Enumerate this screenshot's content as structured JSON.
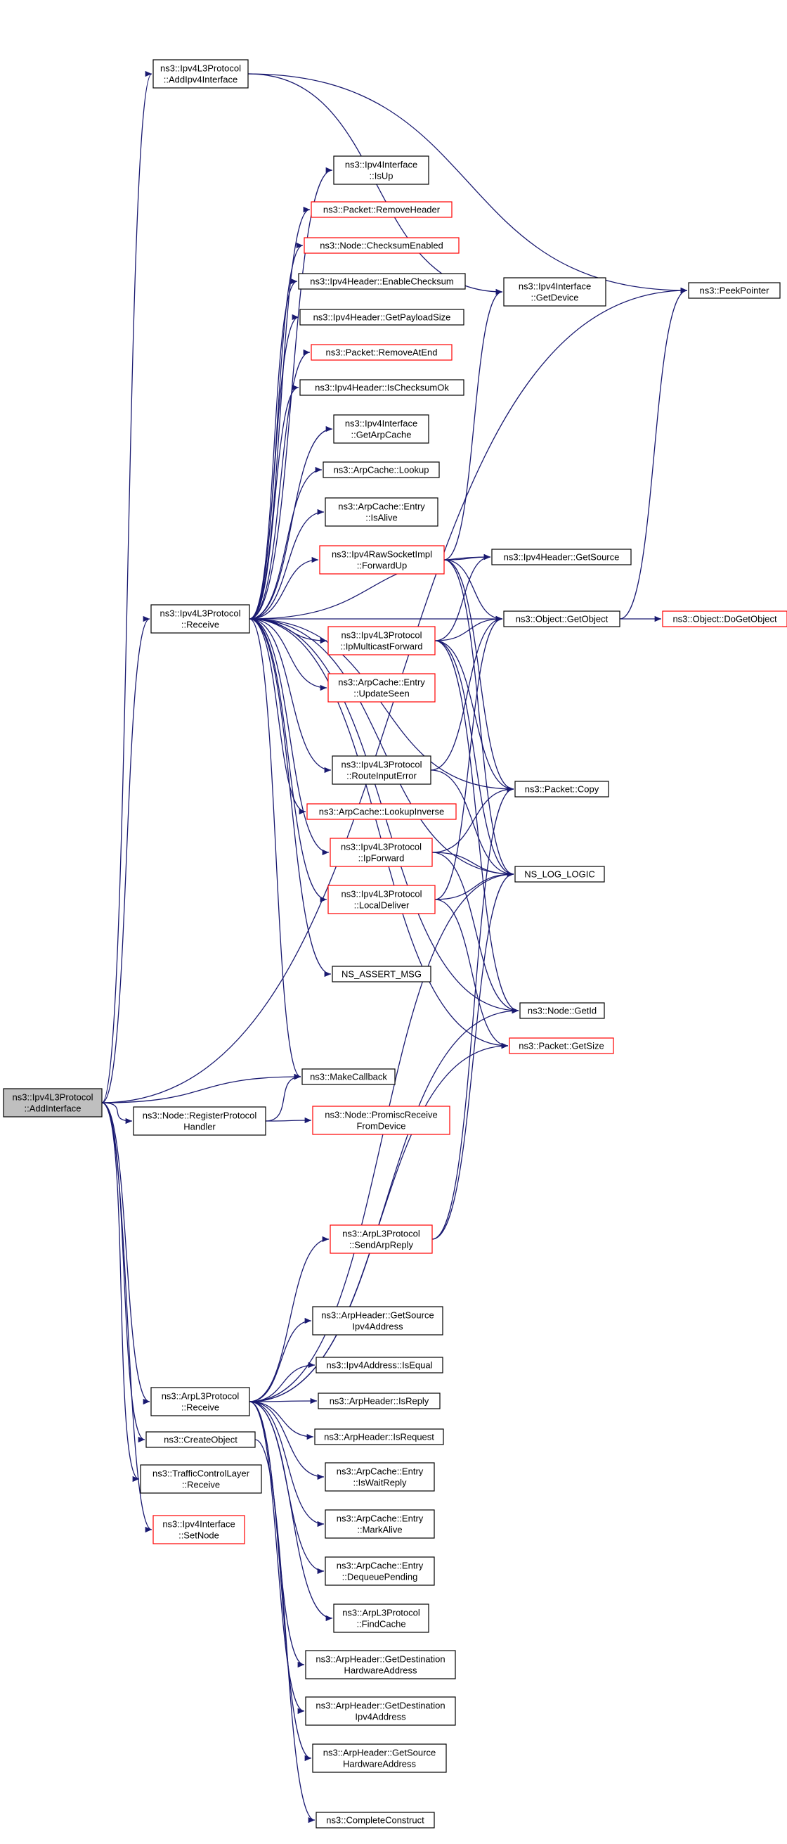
{
  "colors": {
    "edge": "#191970",
    "node_border": "#000000",
    "node_border_partial": "#ff0000",
    "current_fill": "#bfbfbf",
    "background": "#ffffff"
  },
  "nodes": [
    {
      "id": "root",
      "lines": [
        "ns3::Ipv4L3Protocol",
        "::AddInterface"
      ],
      "style": "current"
    },
    {
      "id": "addipv4",
      "lines": [
        "ns3::Ipv4L3Protocol",
        "::AddIpv4Interface"
      ],
      "style": "black"
    },
    {
      "id": "l3recv",
      "lines": [
        "ns3::Ipv4L3Protocol",
        "::Receive"
      ],
      "style": "black"
    },
    {
      "id": "makecb",
      "lines": [
        "ns3::MakeCallback"
      ],
      "style": "black"
    },
    {
      "id": "regproto",
      "lines": [
        "ns3::Node::RegisterProtocol",
        "Handler"
      ],
      "style": "black"
    },
    {
      "id": "arprecv",
      "lines": [
        "ns3::ArpL3Protocol",
        "::Receive"
      ],
      "style": "black"
    },
    {
      "id": "createobj",
      "lines": [
        "ns3::CreateObject"
      ],
      "style": "black"
    },
    {
      "id": "tcl",
      "lines": [
        "ns3::TrafficControlLayer",
        "::Receive"
      ],
      "style": "black"
    },
    {
      "id": "setnode",
      "lines": [
        "ns3::Ipv4Interface",
        "::SetNode"
      ],
      "style": "red"
    },
    {
      "id": "isup",
      "lines": [
        "ns3::Ipv4Interface",
        "::IsUp"
      ],
      "style": "black"
    },
    {
      "id": "rmheader",
      "lines": [
        "ns3::Packet::RemoveHeader"
      ],
      "style": "red"
    },
    {
      "id": "cksumen",
      "lines": [
        "ns3::Node::ChecksumEnabled"
      ],
      "style": "red"
    },
    {
      "id": "enablecks",
      "lines": [
        "ns3::Ipv4Header::EnableChecksum"
      ],
      "style": "black"
    },
    {
      "id": "payload",
      "lines": [
        "ns3::Ipv4Header::GetPayloadSize"
      ],
      "style": "black"
    },
    {
      "id": "rmatend",
      "lines": [
        "ns3::Packet::RemoveAtEnd"
      ],
      "style": "red"
    },
    {
      "id": "ischkok",
      "lines": [
        "ns3::Ipv4Header::IsChecksumOk"
      ],
      "style": "black"
    },
    {
      "id": "getarp",
      "lines": [
        "ns3::Ipv4Interface",
        "::GetArpCache"
      ],
      "style": "black"
    },
    {
      "id": "lookup",
      "lines": [
        "ns3::ArpCache::Lookup"
      ],
      "style": "black"
    },
    {
      "id": "isalive",
      "lines": [
        "ns3::ArpCache::Entry",
        "::IsAlive"
      ],
      "style": "black"
    },
    {
      "id": "fwdup",
      "lines": [
        "ns3::Ipv4RawSocketImpl",
        "::ForwardUp"
      ],
      "style": "red"
    },
    {
      "id": "ipmcast",
      "lines": [
        "ns3::Ipv4L3Protocol",
        "::IpMulticastForward"
      ],
      "style": "red"
    },
    {
      "id": "updseen",
      "lines": [
        "ns3::ArpCache::Entry",
        "::UpdateSeen"
      ],
      "style": "red"
    },
    {
      "id": "routeerr",
      "lines": [
        "ns3::Ipv4L3Protocol",
        "::RouteInputError"
      ],
      "style": "black"
    },
    {
      "id": "lookupinv",
      "lines": [
        "ns3::ArpCache::LookupInverse"
      ],
      "style": "red"
    },
    {
      "id": "ipfwd",
      "lines": [
        "ns3::Ipv4L3Protocol",
        "::IpForward"
      ],
      "style": "red"
    },
    {
      "id": "localdel",
      "lines": [
        "ns3::Ipv4L3Protocol",
        "::LocalDeliver"
      ],
      "style": "red"
    },
    {
      "id": "assertmsg",
      "lines": [
        "NS_ASSERT_MSG"
      ],
      "style": "black"
    },
    {
      "id": "promisc",
      "lines": [
        "ns3::Node::PromiscReceive",
        "FromDevice"
      ],
      "style": "red"
    },
    {
      "id": "sendarp",
      "lines": [
        "ns3::ArpL3Protocol",
        "::SendArpReply"
      ],
      "style": "red"
    },
    {
      "id": "arpgetsrcip",
      "lines": [
        "ns3::ArpHeader::GetSource",
        "Ipv4Address"
      ],
      "style": "black"
    },
    {
      "id": "isequal",
      "lines": [
        "ns3::Ipv4Address::IsEqual"
      ],
      "style": "black"
    },
    {
      "id": "isreply",
      "lines": [
        "ns3::ArpHeader::IsReply"
      ],
      "style": "black"
    },
    {
      "id": "isrequest",
      "lines": [
        "ns3::ArpHeader::IsRequest"
      ],
      "style": "black"
    },
    {
      "id": "iswait",
      "lines": [
        "ns3::ArpCache::Entry",
        "::IsWaitReply"
      ],
      "style": "black"
    },
    {
      "id": "markalive",
      "lines": [
        "ns3::ArpCache::Entry",
        "::MarkAlive"
      ],
      "style": "black"
    },
    {
      "id": "dequeue",
      "lines": [
        "ns3::ArpCache::Entry",
        "::DequeuePending"
      ],
      "style": "black"
    },
    {
      "id": "findcache",
      "lines": [
        "ns3::ArpL3Protocol",
        "::FindCache"
      ],
      "style": "black"
    },
    {
      "id": "getdesthw",
      "lines": [
        "ns3::ArpHeader::GetDestination",
        "HardwareAddress"
      ],
      "style": "black"
    },
    {
      "id": "getdestip",
      "lines": [
        "ns3::ArpHeader::GetDestination",
        "Ipv4Address"
      ],
      "style": "black"
    },
    {
      "id": "getsrchw",
      "lines": [
        "ns3::ArpHeader::GetSource",
        "HardwareAddress"
      ],
      "style": "black"
    },
    {
      "id": "complete",
      "lines": [
        "ns3::CompleteConstruct"
      ],
      "style": "black"
    },
    {
      "id": "getdevice",
      "lines": [
        "ns3::Ipv4Interface",
        "::GetDevice"
      ],
      "style": "black"
    },
    {
      "id": "getsource",
      "lines": [
        "ns3::Ipv4Header::GetSource"
      ],
      "style": "black"
    },
    {
      "id": "getobject",
      "lines": [
        "ns3::Object::GetObject"
      ],
      "style": "black"
    },
    {
      "id": "pktcopy",
      "lines": [
        "ns3::Packet::Copy"
      ],
      "style": "black"
    },
    {
      "id": "nslog",
      "lines": [
        "NS_LOG_LOGIC"
      ],
      "style": "black"
    },
    {
      "id": "getid",
      "lines": [
        "ns3::Node::GetId"
      ],
      "style": "black"
    },
    {
      "id": "getsize",
      "lines": [
        "ns3::Packet::GetSize"
      ],
      "style": "red"
    },
    {
      "id": "peek",
      "lines": [
        "ns3::PeekPointer"
      ],
      "style": "black"
    },
    {
      "id": "dogetobj",
      "lines": [
        "ns3::Object::DoGetObject"
      ],
      "style": "red"
    }
  ],
  "edges": [
    [
      "root",
      "addipv4"
    ],
    [
      "root",
      "l3recv"
    ],
    [
      "root",
      "makecb"
    ],
    [
      "root",
      "regproto"
    ],
    [
      "root",
      "arprecv"
    ],
    [
      "root",
      "createobj"
    ],
    [
      "root",
      "tcl"
    ],
    [
      "root",
      "setnode"
    ],
    [
      "root",
      "peek"
    ],
    [
      "addipv4",
      "getdevice"
    ],
    [
      "addipv4",
      "peek"
    ],
    [
      "regproto",
      "makecb"
    ],
    [
      "regproto",
      "promisc"
    ],
    [
      "l3recv",
      "isup"
    ],
    [
      "l3recv",
      "rmheader"
    ],
    [
      "l3recv",
      "cksumen"
    ],
    [
      "l3recv",
      "enablecks"
    ],
    [
      "l3recv",
      "payload"
    ],
    [
      "l3recv",
      "rmatend"
    ],
    [
      "l3recv",
      "ischkok"
    ],
    [
      "l3recv",
      "getarp"
    ],
    [
      "l3recv",
      "lookup"
    ],
    [
      "l3recv",
      "isalive"
    ],
    [
      "l3recv",
      "fwdup"
    ],
    [
      "l3recv",
      "ipmcast"
    ],
    [
      "l3recv",
      "updseen"
    ],
    [
      "l3recv",
      "routeerr"
    ],
    [
      "l3recv",
      "lookupinv"
    ],
    [
      "l3recv",
      "ipfwd"
    ],
    [
      "l3recv",
      "localdel"
    ],
    [
      "l3recv",
      "assertmsg"
    ],
    [
      "l3recv",
      "makecb"
    ],
    [
      "l3recv",
      "getobject"
    ],
    [
      "l3recv",
      "getsource"
    ],
    [
      "l3recv",
      "pktcopy"
    ],
    [
      "l3recv",
      "nslog"
    ],
    [
      "l3recv",
      "getid"
    ],
    [
      "l3recv",
      "getsize"
    ],
    [
      "fwdup",
      "getdevice"
    ],
    [
      "fwdup",
      "getsource"
    ],
    [
      "fwdup",
      "getobject"
    ],
    [
      "fwdup",
      "pktcopy"
    ],
    [
      "fwdup",
      "nslog"
    ],
    [
      "ipmcast",
      "getsource"
    ],
    [
      "ipmcast",
      "getobject"
    ],
    [
      "ipmcast",
      "pktcopy"
    ],
    [
      "ipmcast",
      "nslog"
    ],
    [
      "ipmcast",
      "getid"
    ],
    [
      "routeerr",
      "getobject"
    ],
    [
      "routeerr",
      "nslog"
    ],
    [
      "ipfwd",
      "pktcopy"
    ],
    [
      "ipfwd",
      "nslog"
    ],
    [
      "ipfwd",
      "getid"
    ],
    [
      "localdel",
      "getobject"
    ],
    [
      "localdel",
      "nslog"
    ],
    [
      "localdel",
      "getsize"
    ],
    [
      "getobject",
      "dogetobj"
    ],
    [
      "getobject",
      "peek"
    ],
    [
      "arprecv",
      "sendarp"
    ],
    [
      "arprecv",
      "arpgetsrcip"
    ],
    [
      "arprecv",
      "isequal"
    ],
    [
      "arprecv",
      "isreply"
    ],
    [
      "arprecv",
      "isrequest"
    ],
    [
      "arprecv",
      "iswait"
    ],
    [
      "arprecv",
      "markalive"
    ],
    [
      "arprecv",
      "dequeue"
    ],
    [
      "arprecv",
      "findcache"
    ],
    [
      "arprecv",
      "getdesthw"
    ],
    [
      "arprecv",
      "getdestip"
    ],
    [
      "arprecv",
      "getsrchw"
    ],
    [
      "arprecv",
      "nslog"
    ],
    [
      "arprecv",
      "getid"
    ],
    [
      "arprecv",
      "getsize"
    ],
    [
      "sendarp",
      "nslog"
    ],
    [
      "sendarp",
      "pktcopy"
    ],
    [
      "createobj",
      "complete"
    ]
  ]
}
